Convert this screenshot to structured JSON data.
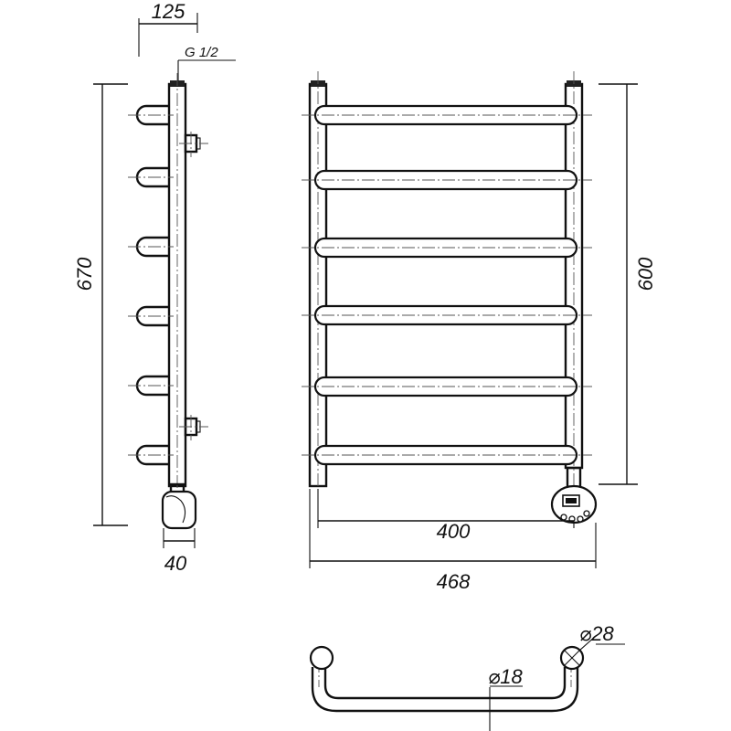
{
  "dimensions": {
    "side_depth": "125",
    "thread": "G 1/2",
    "side_height": "670",
    "heater_width": "40",
    "front_height": "600",
    "center_distance": "400",
    "overall_width": "468",
    "pipe_outer_diameter": "⌀28",
    "rung_diameter": "⌀18"
  },
  "counts": {
    "rungs": 6
  },
  "colors": {
    "line": "#111111",
    "centerline": "#555555",
    "background": "#ffffff"
  },
  "icons": {
    "heater_control": "thermostat-panel-icon"
  }
}
